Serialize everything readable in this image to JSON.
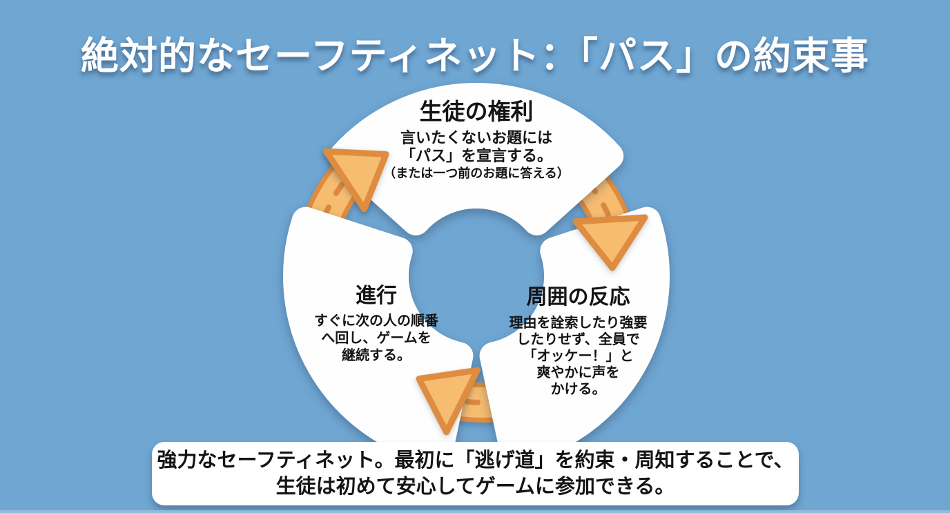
{
  "title": "絶対的なセーフティネット：「パス」の約束事",
  "cycle": {
    "steps": [
      {
        "id": "student-right",
        "heading": "生徒の権利",
        "lines": [
          "言いたくないお題には",
          "「パス」を宣言する。"
        ],
        "note": "（または一つ前のお題に答える）"
      },
      {
        "id": "surrounding-reaction",
        "heading": "周囲の反応",
        "lines": [
          "理由を詮索したり強要",
          "したりせず、全員で",
          "「オッケー！」と",
          "爽やかに声を",
          "かける。"
        ]
      },
      {
        "id": "progression",
        "heading": "進行",
        "lines": [
          "すぐに次の人の順番",
          "へ回し、ゲームを",
          "継続する。"
        ]
      }
    ],
    "direction": "clockwise"
  },
  "footer": {
    "lines": [
      "強力なセーフティネット。最初に「逃げ道」を約束・周知することで、",
      "生徒は初めて安心してゲームに参加できる。"
    ]
  },
  "colors": {
    "background": "#6FA6D2",
    "panel": "#FEFEFE",
    "arrow_fill": "#F6BC70",
    "arrow_outline": "#DE8C3F",
    "arrow_dash": "#D98A3E",
    "text": "#141414",
    "title_text": "#FFFFFF"
  }
}
